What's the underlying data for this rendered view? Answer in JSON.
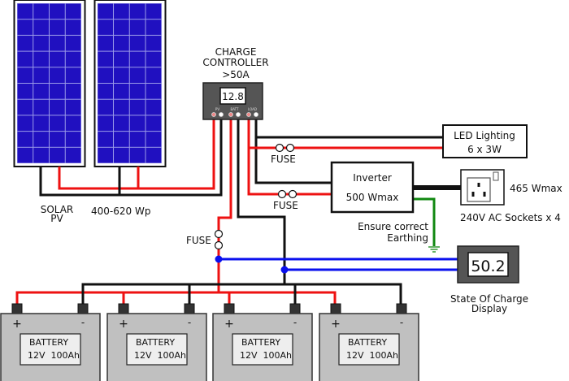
{
  "solar": {
    "label_line1": "SOLAR",
    "label_line2": "PV",
    "rating": "400-620 Wp",
    "cell_color": "#2010c0"
  },
  "controller": {
    "title_line1": "CHARGE",
    "title_line2": "CONTROLLER",
    "title_line3": ">50A",
    "display": "12.8",
    "terminal_labels": [
      "PV",
      "BATT",
      "LOAD"
    ]
  },
  "fuses": [
    "FUSE",
    "FUSE",
    "FUSE"
  ],
  "led": {
    "line1": "LED Lighting",
    "line2": "6 x 3W"
  },
  "inverter": {
    "line1": "Inverter",
    "line2": "500 Wmax"
  },
  "earthing": {
    "line1": "Ensure correct",
    "line2": "Earthing"
  },
  "sockets": {
    "power": "465 Wmax",
    "label": "240V AC Sockets x 4"
  },
  "soc": {
    "display": "50.2",
    "label_line1": "State Of Charge",
    "label_line2": "Display"
  },
  "batteries": [
    {
      "name": "BATTERY",
      "spec": "12V  100Ah",
      "plus": "+",
      "minus": "-"
    },
    {
      "name": "BATTERY",
      "spec": "12V  100Ah",
      "plus": "+",
      "minus": "-"
    },
    {
      "name": "BATTERY",
      "spec": "12V  100Ah",
      "plus": "+",
      "minus": "-"
    },
    {
      "name": "BATTERY",
      "spec": "12V  100Ah",
      "plus": "+",
      "minus": "-"
    }
  ],
  "colors": {
    "positive": "#ee1111",
    "negative": "#111111",
    "sense": "#0a10ee",
    "earth": "#118811"
  }
}
